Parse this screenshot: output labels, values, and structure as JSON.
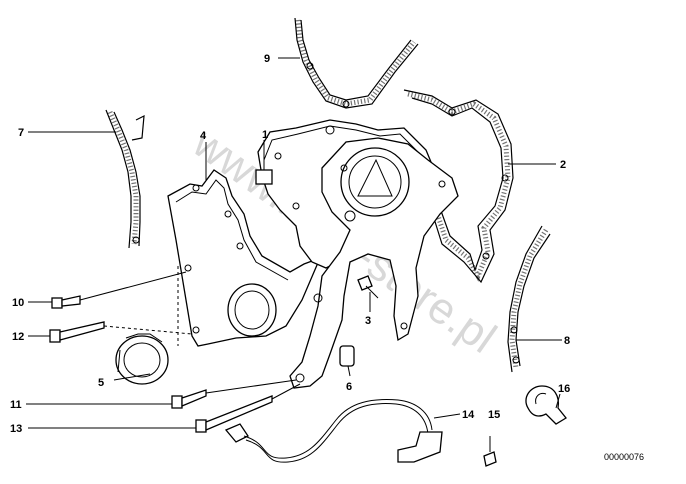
{
  "diagram": {
    "watermark": "www.bmw-store.pl",
    "reference_code": "00000076",
    "callouts": [
      {
        "id": "c1",
        "label": "1"
      },
      {
        "id": "c2",
        "label": "2"
      },
      {
        "id": "c3",
        "label": "3"
      },
      {
        "id": "c4",
        "label": "4"
      },
      {
        "id": "c5",
        "label": "5"
      },
      {
        "id": "c6",
        "label": "6"
      },
      {
        "id": "c7",
        "label": "7"
      },
      {
        "id": "c8",
        "label": "8"
      },
      {
        "id": "c9",
        "label": "9"
      },
      {
        "id": "c10",
        "label": "10"
      },
      {
        "id": "c11",
        "label": "11"
      },
      {
        "id": "c12",
        "label": "12"
      },
      {
        "id": "c13",
        "label": "13"
      },
      {
        "id": "c14",
        "label": "14"
      },
      {
        "id": "c15",
        "label": "15"
      },
      {
        "id": "c16",
        "label": "16"
      }
    ]
  }
}
